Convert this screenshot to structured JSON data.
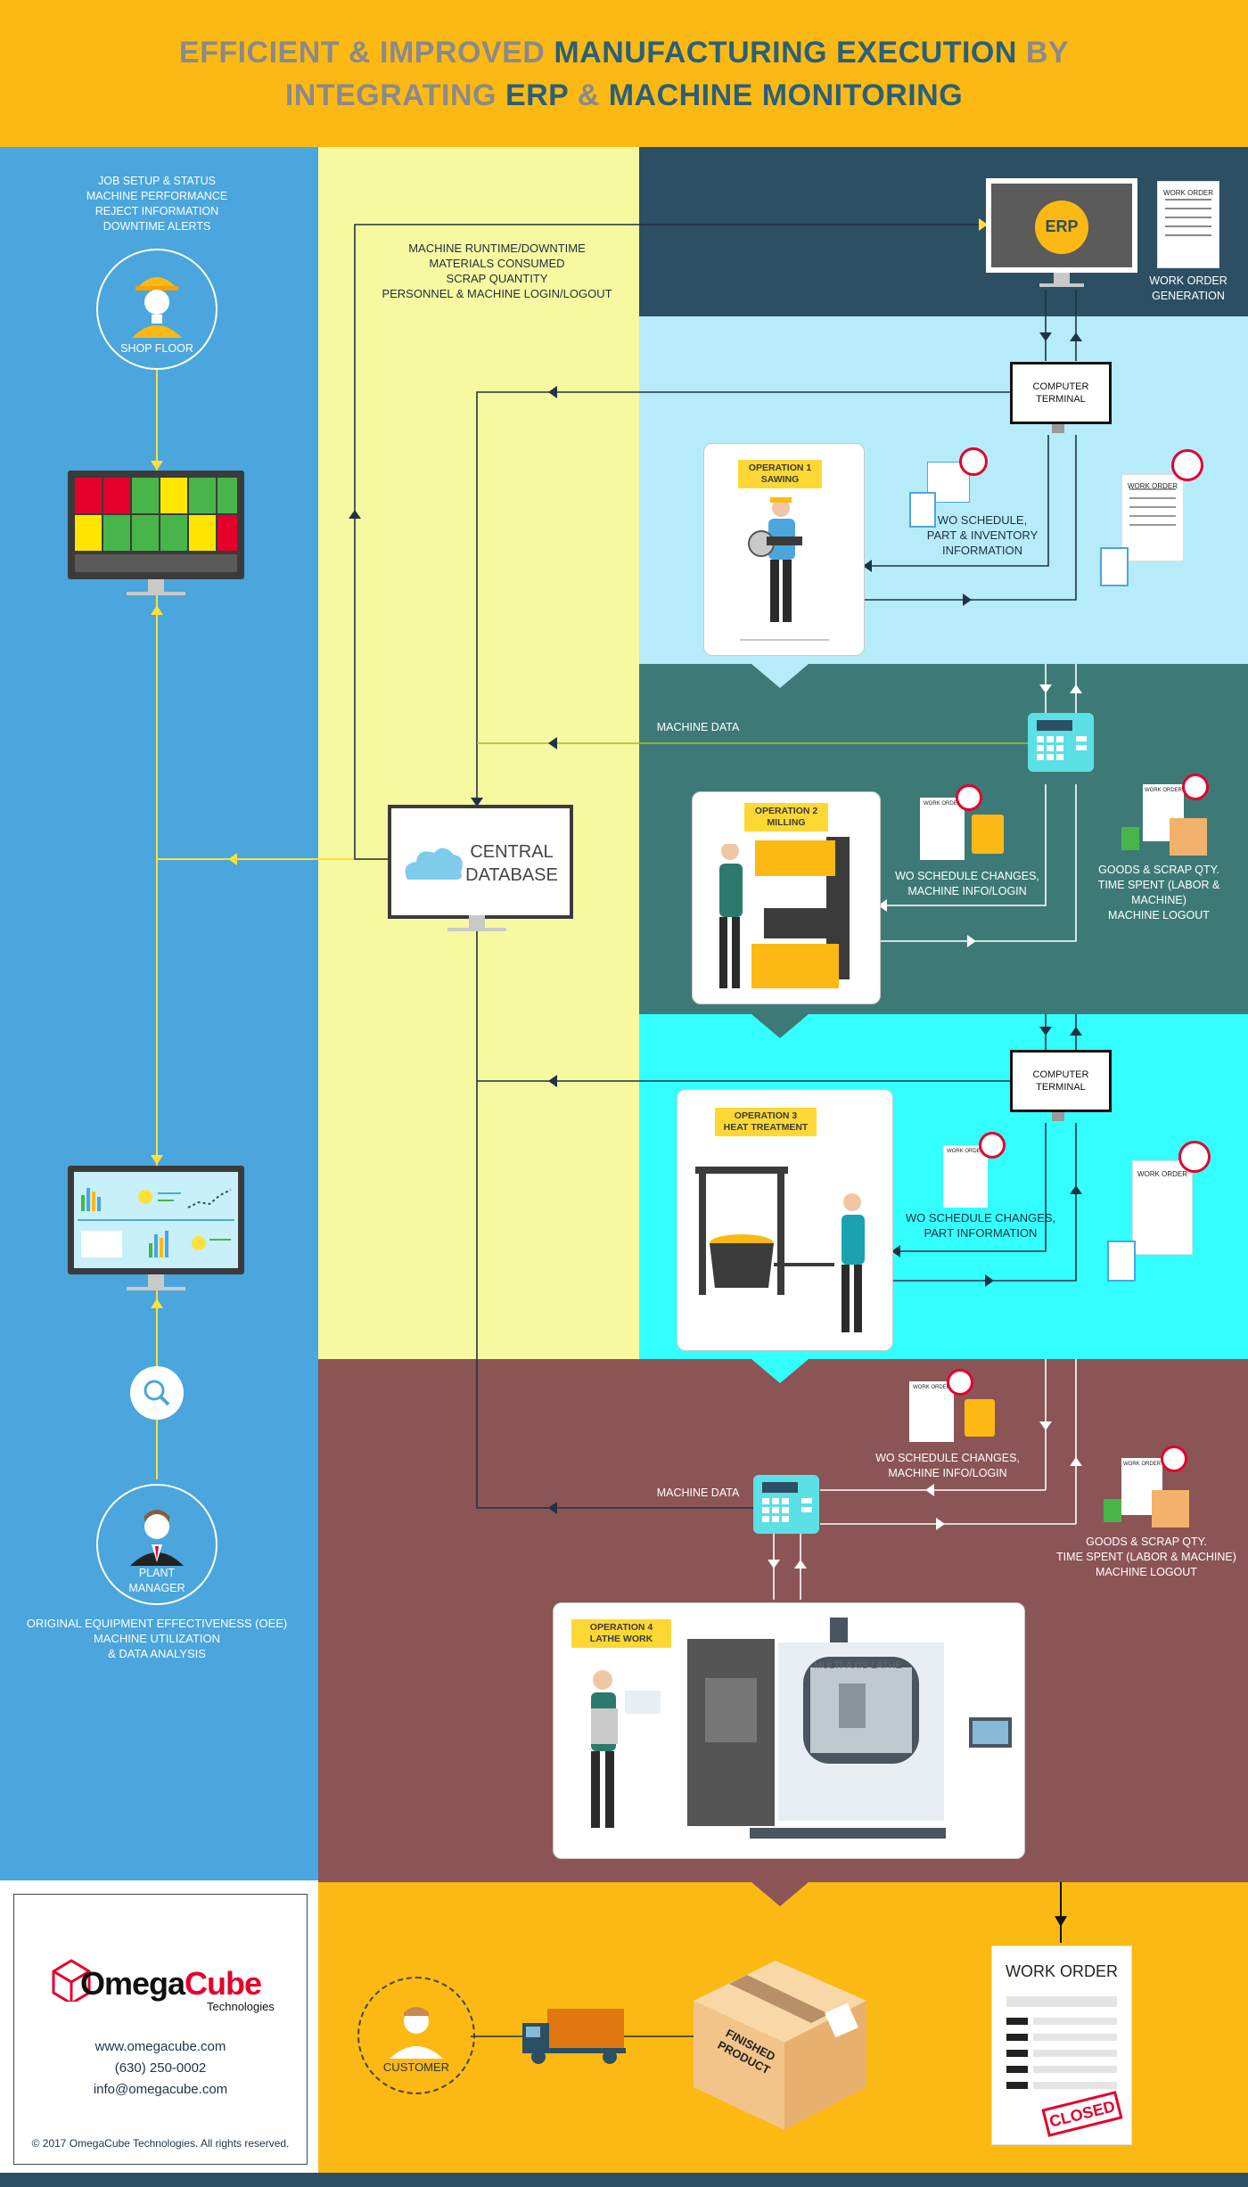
{
  "header": {
    "line1_gray": "EFFICIENT & IMPROVED ",
    "line1_teal": "MANUFACTURING EXECUTION",
    "line1_gray2": "  BY",
    "line2_gray": "INTEGRATING ",
    "line2_teal1": "ERP",
    "line2_amp": " & ",
    "line2_teal2": "MACHINE MONITORING"
  },
  "shop_floor": {
    "items": [
      "JOB SETUP & STATUS",
      "MACHINE PERFORMANCE",
      "REJECT INFORMATION",
      "DOWNTIME ALERTS"
    ],
    "label": "SHOP FLOOR"
  },
  "erp": {
    "label": "ERP",
    "to_erp_items": [
      "MACHINE RUNTIME/DOWNTIME",
      "MATERIALS CONSUMED",
      "SCRAP QUANTITY",
      "PERSONNEL & MACHINE LOGIN/LOGOUT"
    ],
    "work_order_doc": "WORK ORDER",
    "work_order_gen": [
      "WORK ORDER",
      "GENERATION"
    ]
  },
  "terminals": {
    "t1": [
      "COMPUTER",
      "TERMINAL"
    ],
    "t2": [
      "COMPUTER",
      "TERMINAL"
    ]
  },
  "operations": {
    "op1": {
      "title": [
        "OPERATION 1",
        "SAWING"
      ],
      "info": [
        "WO SCHEDULE,",
        "PART & INVENTORY",
        "INFORMATION"
      ],
      "doc": "WORK ORDER"
    },
    "op2": {
      "title": [
        "OPERATION 2",
        "MILLING"
      ],
      "machine_data": "MACHINE DATA",
      "info": [
        "WO SCHEDULE CHANGES,",
        "MACHINE INFO/LOGIN"
      ],
      "goods": [
        "GOODS & SCRAP QTY.",
        "TIME SPENT (LABOR & MACHINE)",
        "MACHINE LOGOUT"
      ],
      "doc": "WORK ORDER"
    },
    "op3": {
      "title": [
        "OPERATION 3",
        "HEAT TREATMENT"
      ],
      "info": [
        "WO SCHEDULE CHANGES,",
        "PART INFORMATION"
      ],
      "doc": "WORK ORDER"
    },
    "op4": {
      "title": [
        "OPERATION 4",
        "LATHE WORK"
      ],
      "machine_data": "MACHINE DATA",
      "info": [
        "WO SCHEDULE CHANGES,",
        "MACHINE INFO/LOGIN"
      ],
      "goods": [
        "GOODS & SCRAP QTY.",
        "TIME SPENT (LABOR & MACHINE)",
        "MACHINE LOGOUT"
      ],
      "lathe": "MULTI-AXIS LATHE",
      "doc": "WORK ORDER"
    }
  },
  "central_db": [
    "CENTRAL",
    "DATABASE"
  ],
  "plant_manager": {
    "label": [
      "PLANT",
      "MANAGER"
    ],
    "items": [
      "ORIGINAL EQUIPMENT EFFECTIVENESS (OEE)",
      "MACHINE UTILIZATION",
      "& DATA ANALYSIS"
    ]
  },
  "footer": {
    "logo_omega": "Omega",
    "logo_cube": "Cube",
    "logo_sub": "Technologies",
    "website": "www.omegacube.com",
    "phone": "(630) 250-0002",
    "email": "info@omegacube.com",
    "copyright": "© 2017 OmegaCube Technologies. All rights reserved.",
    "customer": "CUSTOMER",
    "box_text": [
      "FINISHED",
      "PRODUCT"
    ],
    "work_order": "WORK ORDER",
    "closed": "CLOSED"
  },
  "colors": {
    "header": "#FDB913",
    "left_band": "#4AA6DC",
    "yellow_band": "#F7F9A1",
    "erp_band": "#2C4F63",
    "op1_band": "#B6ECFA",
    "op2_band": "#3D7A77",
    "op3_band": "#33FFFF",
    "op4_band": "#8B5555"
  }
}
